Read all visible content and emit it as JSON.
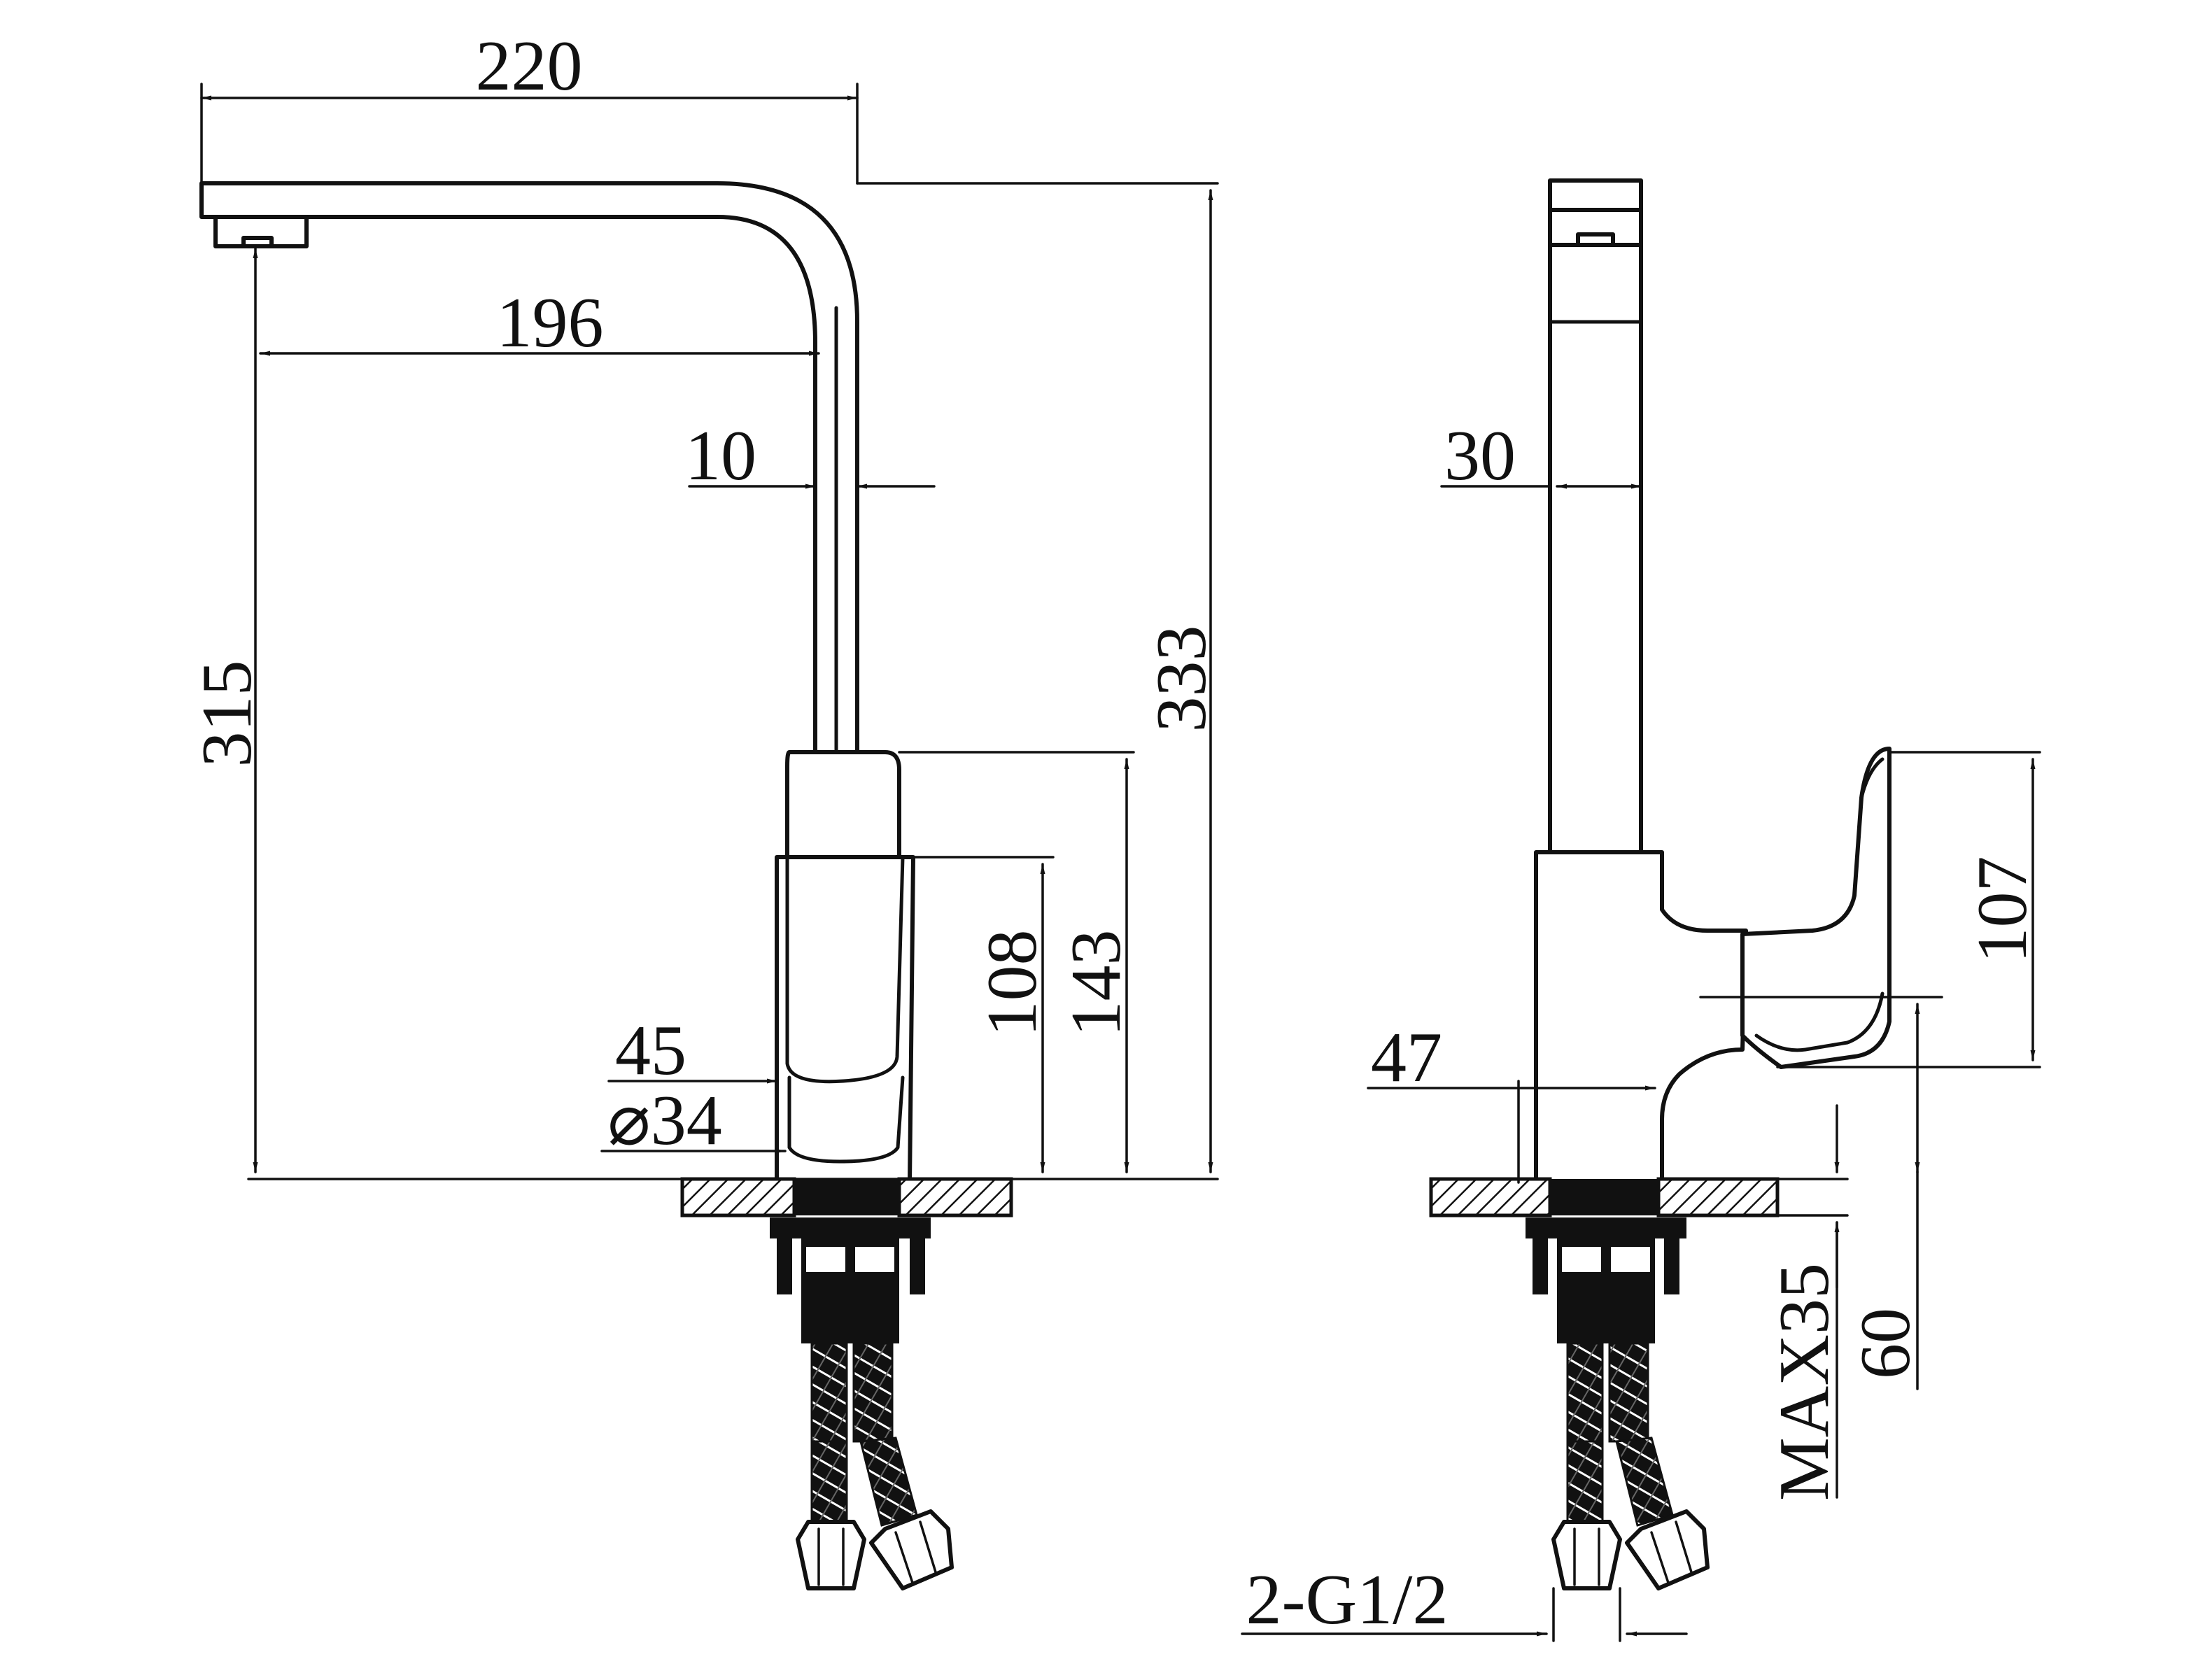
{
  "drawing": {
    "front_view": {
      "dim_width_total": "220",
      "dim_reach": "196",
      "dim_tube": "10",
      "dim_height_spout": "315",
      "dim_height_total": "333",
      "dim_body_height": "108",
      "dim_handle_height": "143",
      "dim_base": "45",
      "dim_diameter": "⌀34"
    },
    "side_view": {
      "dim_spout_width": "30",
      "dim_handle_height": "107",
      "dim_base": "47",
      "dim_shank_max": "MAX35",
      "dim_shank_len": "60",
      "dim_connection": "2-G1/2"
    }
  },
  "colors": {
    "line": "#111111",
    "background": "#ffffff"
  }
}
